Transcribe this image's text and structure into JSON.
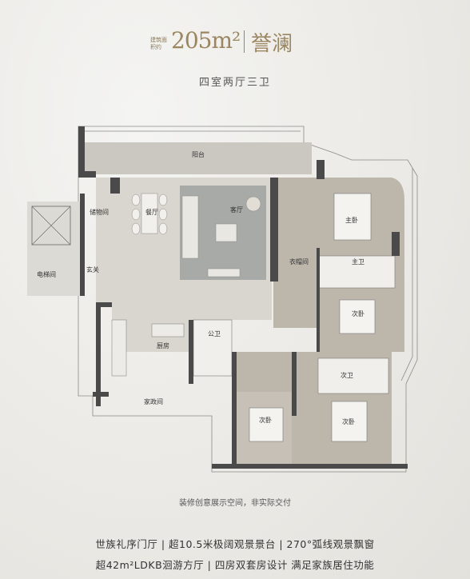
{
  "header": {
    "area_caption": "建筑面积约",
    "area_value": "205m²",
    "brand": "誉澜"
  },
  "subtitle": "四室两厅三卫",
  "rooms": {
    "balcony": "阳台",
    "dining": "餐厅",
    "living": "客厅",
    "storage": "储物间",
    "entrance": "玄关",
    "elevator": "电梯间",
    "kitchen": "厨房",
    "utility": "家政间",
    "public_bath": "公卫",
    "cloakroom": "衣帽间",
    "master_bedroom": "主卧",
    "master_bath": "主卫",
    "bedroom_a": "次卧",
    "bedroom_b": "次卧",
    "bedroom_c": "次卧",
    "second_bath": "次卫"
  },
  "note": "装修创意展示空间，非实际交付",
  "features": {
    "line1": "世族礼序门厅 | 超10.5米极阔观景景台 | 270°弧线观景飘窗",
    "line2": "超42m²LDKB洄游方厅 | 四房双套房设计 满足家族居住功能"
  },
  "colors": {
    "gold": "#9a8660",
    "wall": "#4a4a4a",
    "floor_light": "#d7d4cc",
    "floor_dark": "#bdb6ab",
    "rug": "#a5a7a4"
  }
}
